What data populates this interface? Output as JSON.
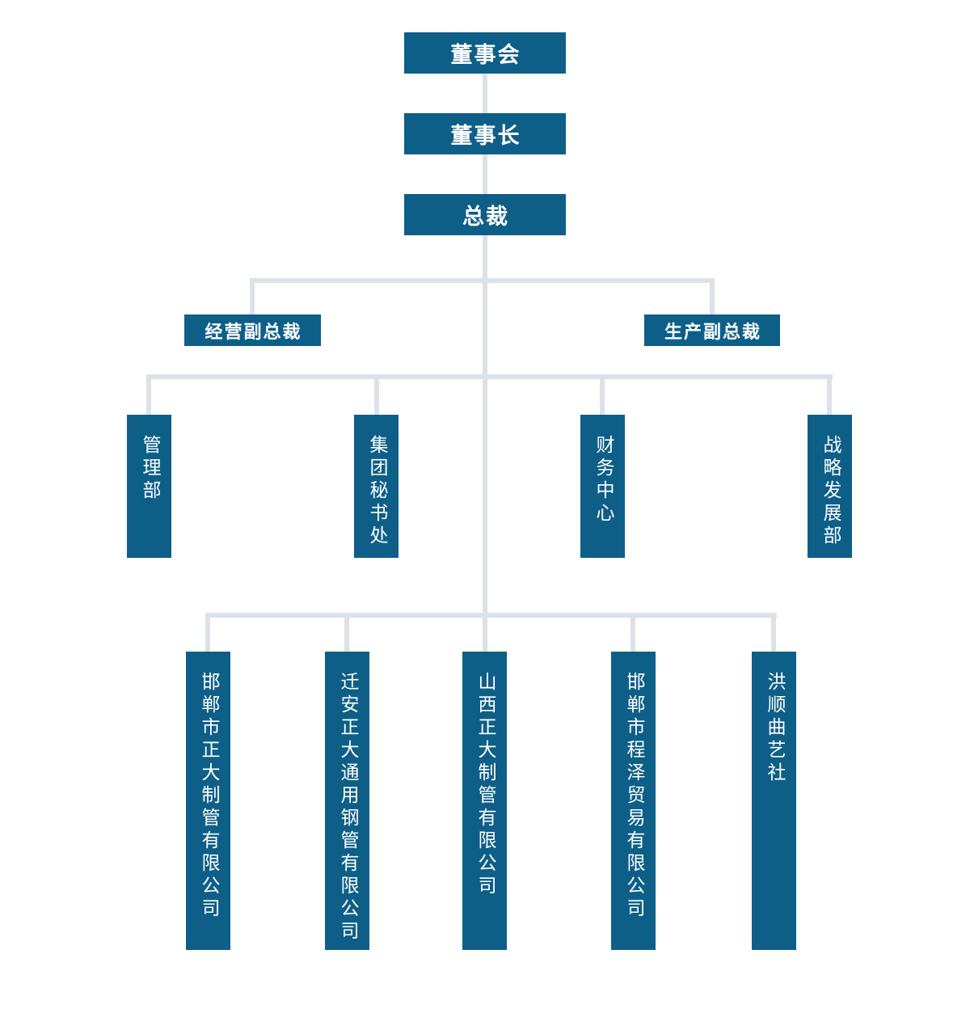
{
  "org_chart": {
    "colors": {
      "node_fill": "#0e5f88",
      "node_text": "#ffffff",
      "connector": "#dce2e7",
      "background": "#ffffff"
    },
    "nodes": {
      "board": "董事会",
      "chairman": "董事长",
      "president": "总裁",
      "vp_operations": "经营副总裁",
      "vp_production": "生产副总裁"
    },
    "departments": [
      {
        "label": "管理部"
      },
      {
        "label": "集团秘书处"
      },
      {
        "label": "财务中心"
      },
      {
        "label": "战略发展部"
      }
    ],
    "subsidiaries": [
      {
        "label": "邯郸市正大制管有限公司"
      },
      {
        "label": "迁安正大通用钢管有限公司"
      },
      {
        "label": "山西正大制管有限公司"
      },
      {
        "label": "邯郸市程泽贸易有限公司"
      },
      {
        "label": "洪顺曲艺社"
      }
    ]
  }
}
